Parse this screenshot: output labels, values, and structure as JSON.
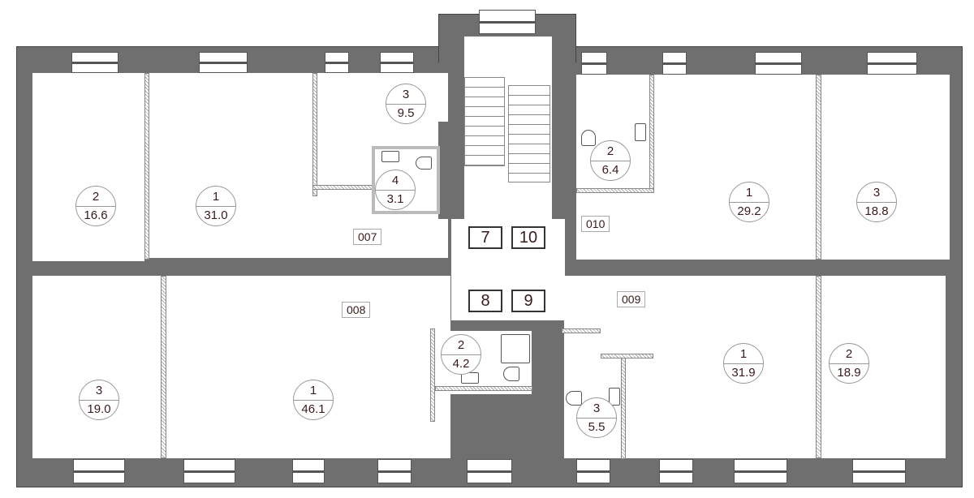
{
  "plan": {
    "rooms": [
      {
        "id": "007-2",
        "number": "2",
        "area": "16.6"
      },
      {
        "id": "007-1",
        "number": "1",
        "area": "31.0"
      },
      {
        "id": "007-3",
        "number": "3",
        "area": "9.5"
      },
      {
        "id": "007-4",
        "number": "4",
        "area": "3.1"
      },
      {
        "id": "010-2",
        "number": "2",
        "area": "6.4"
      },
      {
        "id": "010-1",
        "number": "1",
        "area": "29.2"
      },
      {
        "id": "010-3",
        "number": "3",
        "area": "18.8"
      },
      {
        "id": "008-3",
        "number": "3",
        "area": "19.0"
      },
      {
        "id": "008-1",
        "number": "1",
        "area": "46.1"
      },
      {
        "id": "008-2",
        "number": "2",
        "area": "4.2"
      },
      {
        "id": "009-3",
        "number": "3",
        "area": "5.5"
      },
      {
        "id": "009-1",
        "number": "1",
        "area": "31.9"
      },
      {
        "id": "009-2",
        "number": "2",
        "area": "18.9"
      }
    ],
    "apartments": [
      "007",
      "008",
      "009",
      "010"
    ],
    "stair_units": [
      "7",
      "10",
      "8",
      "9"
    ],
    "colors": {
      "wall": "#6f6f6f",
      "text": "#3a1a1a"
    }
  }
}
